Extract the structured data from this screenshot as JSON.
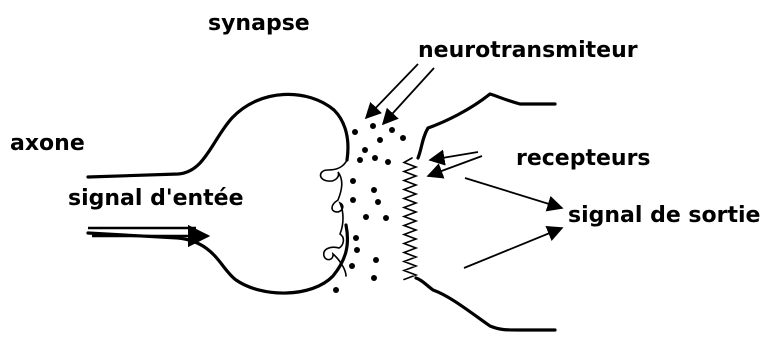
{
  "labels": {
    "synapse": "synapse",
    "neurotransmitter": "neurotransmiteur",
    "axon": "axone",
    "input_signal": "signal d'entée",
    "receptors": "recepteurs",
    "output_signal": "signal de sortie"
  },
  "colors": {
    "ink": "#000000",
    "background": "#ffffff"
  }
}
